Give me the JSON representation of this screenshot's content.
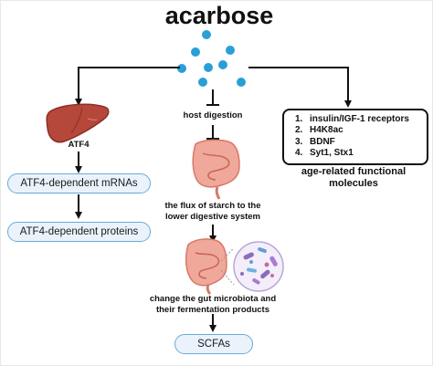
{
  "title": "acarbose",
  "liver_label": "ATF4",
  "host_digestion": "host digestion",
  "mrna_box": "ATF4-dependent mRNAs",
  "protein_box": "ATF4-dependent proteins",
  "starch_flux": [
    "the flux of starch to the",
    "lower digestive system"
  ],
  "microbiota": [
    "change the gut microbiota and",
    "their fermentation products"
  ],
  "scfa_box": "SCFAs",
  "receptor_list": [
    {
      "num": "1.",
      "text": "insulin/IGF-1 receptors"
    },
    {
      "num": "2.",
      "text": "H4K8ac"
    },
    {
      "num": "3.",
      "text": "BDNF"
    },
    {
      "num": "4.",
      "text": "Syt1, Stx1"
    }
  ],
  "age_related": [
    "age-related functional",
    "molecules"
  ],
  "colors": {
    "dots": "#2a9fd6",
    "pill_border": "#6aaad6",
    "pill_fill": "#eaf3fb",
    "liver": "#b5483a",
    "intestine": "#f0a89a"
  }
}
